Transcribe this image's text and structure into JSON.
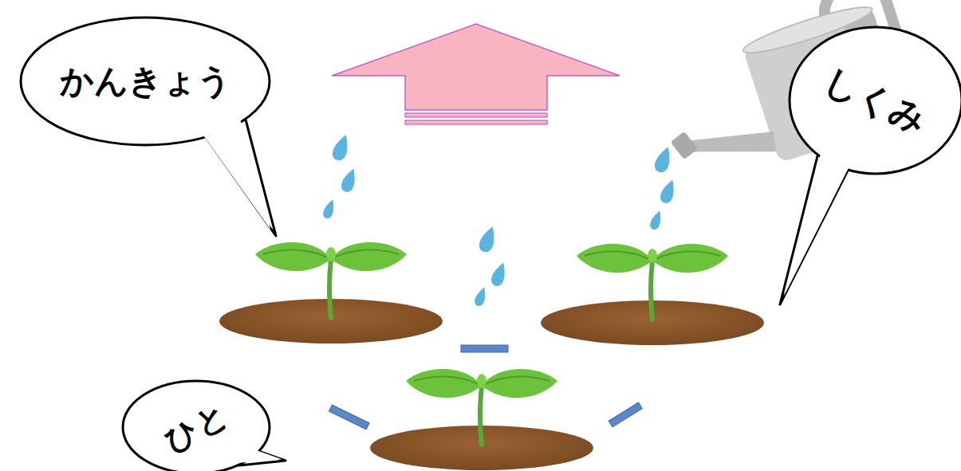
{
  "diagram": {
    "nodes": [
      {
        "text": [
          "かんきょう"
        ]
      },
      {
        "text": [
          "しくみ"
        ]
      },
      {
        "text": [
          "ひと"
        ]
      }
    ]
  }
}
